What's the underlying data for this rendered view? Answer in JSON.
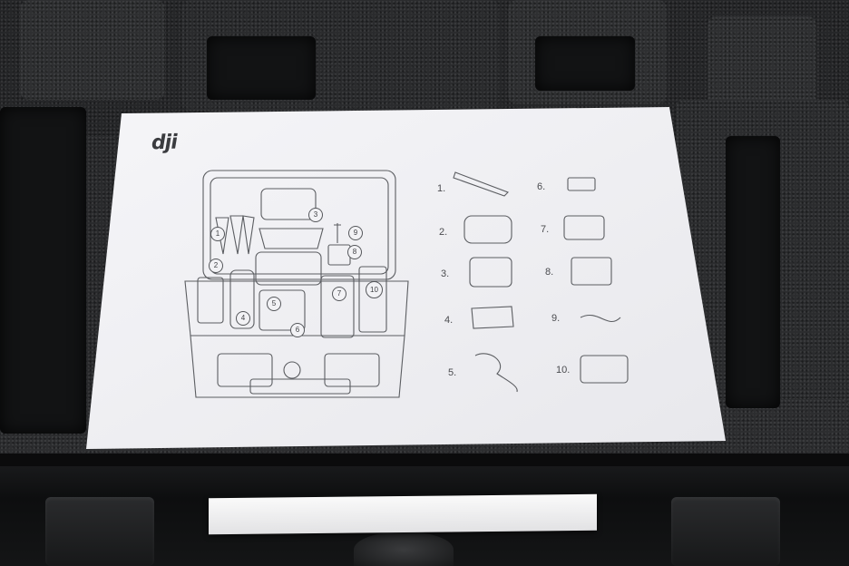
{
  "paper": {
    "logo": "dji",
    "items": [
      {
        "label": "1."
      },
      {
        "label": "2."
      },
      {
        "label": "3."
      },
      {
        "label": "4."
      },
      {
        "label": "5."
      },
      {
        "label": "6."
      },
      {
        "label": "7."
      },
      {
        "label": "8."
      },
      {
        "label": "9."
      },
      {
        "label": "10."
      }
    ],
    "callouts": [
      "1",
      "2",
      "3",
      "4",
      "5",
      "6",
      "7",
      "8",
      "9",
      "10"
    ]
  },
  "colors": {
    "foam": "#2e2f31",
    "paper": "#f0f0f3",
    "ink": "#4a4b4f",
    "case": "#0d0e0f"
  }
}
